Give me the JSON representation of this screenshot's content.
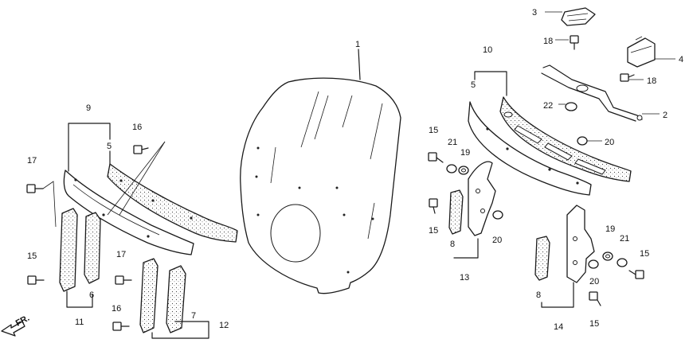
{
  "diagram": {
    "callouts": {
      "c1": "1",
      "c2": "2",
      "c3": "3",
      "c4": "4",
      "c5a": "5",
      "c5b": "5",
      "c6": "6",
      "c7": "7",
      "c8a": "8",
      "c8b": "8",
      "c9": "9",
      "c10": "10",
      "c11": "11",
      "c12": "12",
      "c13": "13",
      "c14": "14",
      "c15a": "15",
      "c15b": "15",
      "c15c": "15",
      "c15d": "15",
      "c15e": "15",
      "c16a": "16",
      "c16b": "16",
      "c17a": "17",
      "c17b": "17",
      "c18a": "18",
      "c18b": "18",
      "c19a": "19",
      "c19b": "19",
      "c20a": "20",
      "c20b": "20",
      "c20c": "20",
      "c21a": "21",
      "c21b": "21",
      "c22": "22"
    },
    "direction_label": "FR."
  }
}
